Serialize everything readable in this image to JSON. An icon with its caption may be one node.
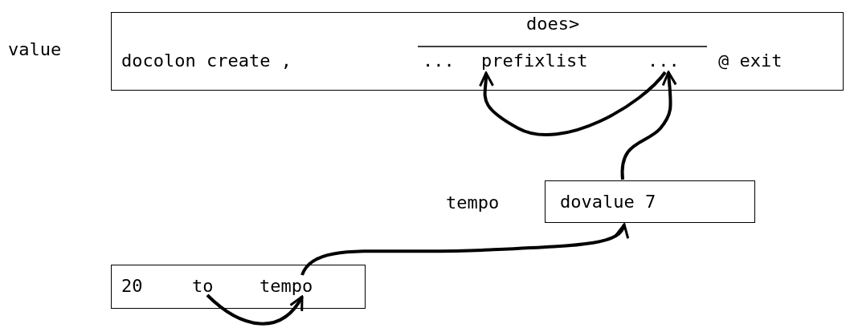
{
  "diagram": {
    "nodes": [
      {
        "text": [],
        "shape": "box",
        "beside": [
          "value"
        ]
      },
      {
        "text": [
          "docolon create ,"
        ],
        "in": 0
      },
      {
        "text": [
          "..."
        ],
        "in": 0
      },
      {
        "text": [
          "prefixlist"
        ],
        "in": 0
      },
      {
        "text": [
          "..."
        ],
        "in": 0
      },
      {
        "text": [
          "@ exit"
        ],
        "in": 0
      },
      {
        "text": [
          "dovalue 7"
        ],
        "beside": [
          "tempo"
        ]
      },
      {
        "text": [],
        "shape": "box"
      },
      {
        "text": [
          "20"
        ],
        "in": 7
      },
      {
        "text": [
          "to"
        ],
        "in": 7
      },
      {
        "text": [
          "tempo"
        ],
        "in": 7
      }
    ],
    "edges": [
      {
        "from": 9,
        "to": 10,
        "arrow": "to"
      },
      {
        "from": 10,
        "to": 6,
        "arrow": "to"
      },
      {
        "from": 6,
        "to": 4,
        "arrow": "to"
      },
      {
        "from": 4,
        "to": 3,
        "arrow": "to"
      }
    ],
    "labels": [
      "does>"
    ]
  }
}
